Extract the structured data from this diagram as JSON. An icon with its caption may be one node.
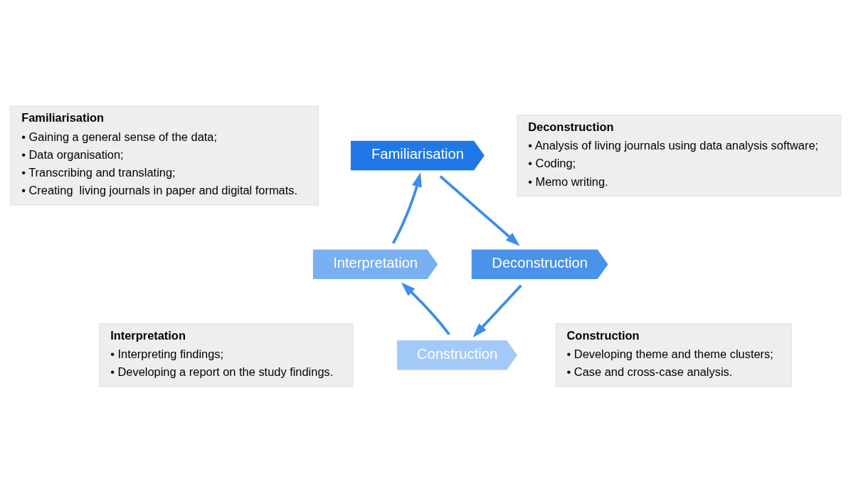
{
  "diagram": {
    "nodes": [
      {
        "text": [
          "Familiarisation",
          "• Gaining a general sense of the data;",
          "• Data organisation;",
          "• Transcribing and translating;",
          "• Creating  living journals in paper and digital formats."
        ]
      },
      {
        "text": [
          "Familiarisation"
        ]
      },
      {
        "text": [
          "Deconstruction",
          "• Analysis of living journals using data analysis software;",
          "• Coding;",
          "• Memo writing."
        ]
      },
      {
        "text": [
          "Deconstruction"
        ]
      },
      {
        "text": [
          "Interpretation"
        ]
      },
      {
        "text": [
          "Interpretation",
          "• Interpreting findings;",
          "• Developing a report on the study findings."
        ]
      },
      {
        "text": [
          "Construction"
        ]
      },
      {
        "text": [
          "Construction",
          "• Developing theme and theme clusters;",
          "• Case and cross-case analysis."
        ]
      }
    ],
    "edges": [
      {
        "from": 1,
        "to": 3,
        "arrow": "to"
      },
      {
        "from": 3,
        "to": 6,
        "arrow": "to"
      },
      {
        "from": 6,
        "to": 4,
        "arrow": "to"
      },
      {
        "from": 4,
        "to": 1,
        "arrow": "to"
      }
    ]
  }
}
